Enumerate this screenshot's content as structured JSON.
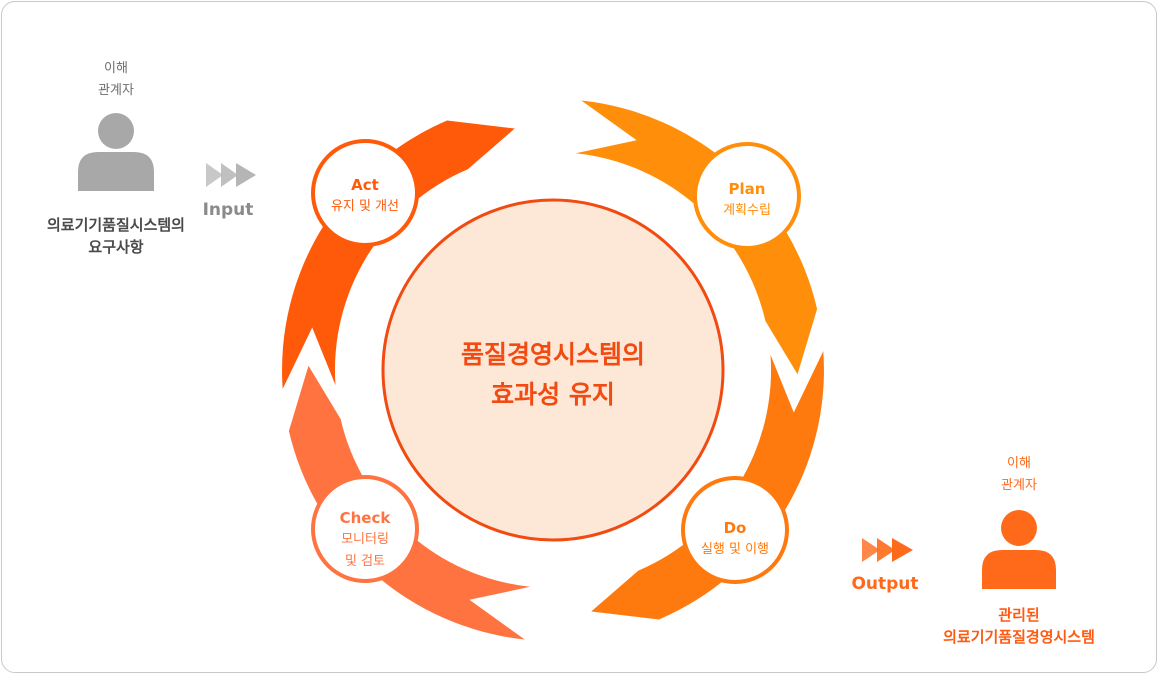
{
  "input": {
    "stakeholder_line1": "이해",
    "stakeholder_line2": "관계자",
    "requirement_line1": "의료기기품질시스템의",
    "requirement_line2": "요구사항",
    "arrow_label": "Input"
  },
  "output": {
    "stakeholder_line1": "이해",
    "stakeholder_line2": "관계자",
    "arrow_label": "Output",
    "result_line1": "관리된",
    "result_line2": "의료기기품질경영시스템"
  },
  "center": {
    "line1": "품질경영시스템의",
    "line2": "효과성 유지"
  },
  "phases": {
    "plan": {
      "title": "Plan",
      "sub1": "계획수립",
      "sub2": ""
    },
    "do": {
      "title": "Do",
      "sub1": "실행 및 이행",
      "sub2": ""
    },
    "check": {
      "title": "Check",
      "sub1": "모니터링",
      "sub2": "및 검토"
    },
    "act": {
      "title": "Act",
      "sub1": "유지 및 개선",
      "sub2": ""
    }
  },
  "colors": {
    "plan": "#ff8f0a",
    "do": "#ff7a0e",
    "check": "#ff7340",
    "act": "#ff5a0a",
    "center_fill": "#fde8d8",
    "center_stroke": "#f24b12",
    "gray_person": "#a8a8a8",
    "orange_person": "#ff6a1a",
    "gray_arrow": "#b5b5b5",
    "orange_arrow": "#ff6a1a"
  }
}
